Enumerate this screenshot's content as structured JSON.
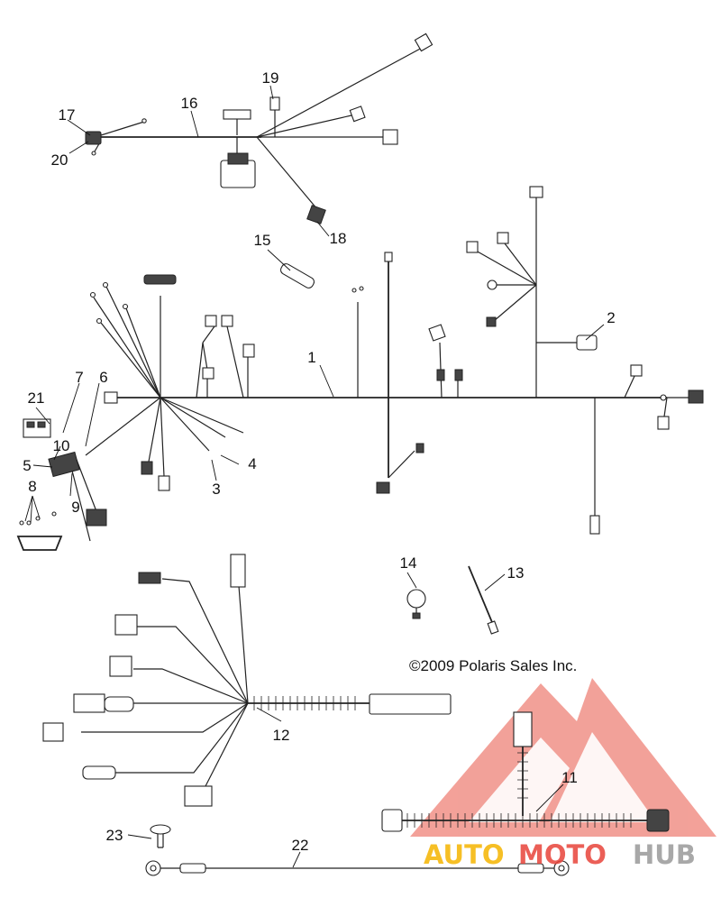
{
  "diagram": {
    "copyright": "©2009 Polaris Sales Inc.",
    "callouts": [
      "1",
      "2",
      "3",
      "4",
      "5",
      "6",
      "7",
      "8",
      "9",
      "10",
      "11",
      "12",
      "13",
      "14",
      "15",
      "16",
      "17",
      "18",
      "19",
      "20",
      "21",
      "22",
      "23"
    ],
    "watermark": {
      "brand_part1": "AUTO",
      "brand_part2": "MOTO",
      "brand_part3": "HUB",
      "colors": {
        "red": "#e8443a",
        "yellow": "#f5b400",
        "gray": "#9a9a9a"
      }
    }
  }
}
